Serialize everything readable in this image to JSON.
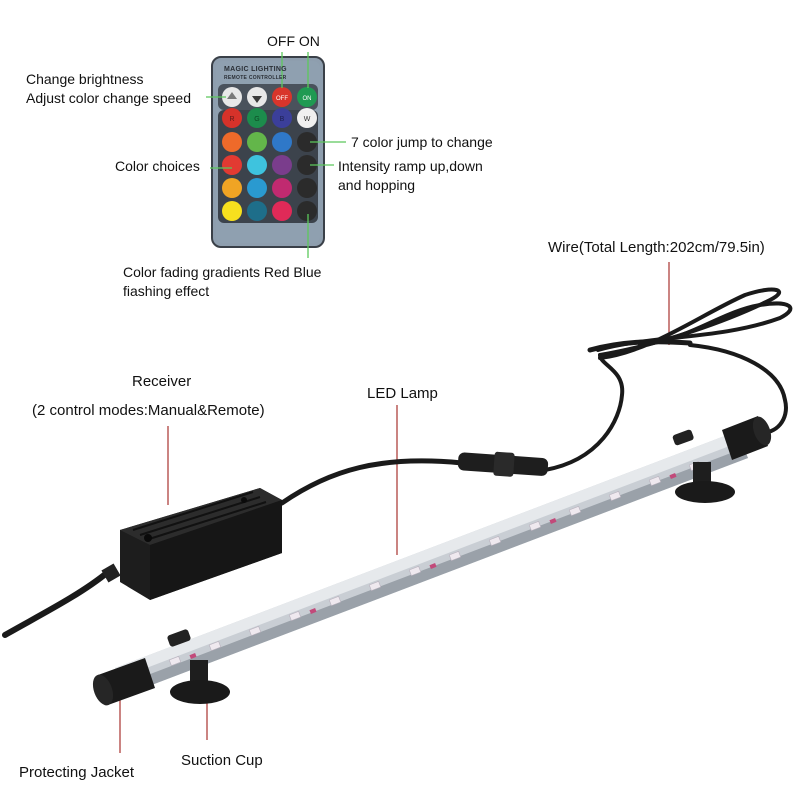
{
  "remote": {
    "brand_line1": "MAGIC LIGHTING",
    "brand_line2": "REMOTE CONTROLLER",
    "top_row": [
      {
        "name": "brightness-up",
        "color": "#e8e8e8",
        "glyph": "▲"
      },
      {
        "name": "brightness-down",
        "color": "#e8e8e8",
        "glyph": "▼"
      },
      {
        "name": "off",
        "color": "#d8352b",
        "glyph": "OFF"
      },
      {
        "name": "on",
        "color": "#1f9a52",
        "glyph": "ON"
      }
    ],
    "grid": [
      [
        "#d6322a",
        "#1c8c4c",
        "#3b3f9a",
        "#f0f0f0"
      ],
      [
        "#ee6a2a",
        "#63b64a",
        "#2f78c8",
        "#2b2b2b"
      ],
      [
        "#e23a32",
        "#3ec3de",
        "#7a3d8c",
        "#2b2b2b"
      ],
      [
        "#f0a424",
        "#2a9ad0",
        "#c02a70",
        "#2b2b2b"
      ],
      [
        "#f6e01e",
        "#1e6e8a",
        "#e02a58",
        "#2b2b2b"
      ]
    ],
    "grid_letters": [
      "R",
      "G",
      "B",
      "W"
    ],
    "body_color": "#8e9eae"
  },
  "labels": {
    "off_on": "OFF ON",
    "change_brightness": "Change brightness",
    "adjust_speed": "Adjust color change speed",
    "color_choices": "Color choices",
    "jump": "7 color jump to change",
    "ramp_line1": "Intensity ramp up,down",
    "ramp_line2": "and hopping",
    "fading_line1": "Color fading gradients Red Blue",
    "fading_line2": "fiashing effect",
    "wire": "Wire(Total Length:202cm/79.5in)",
    "receiver": "Receiver",
    "receiver_modes": "(2 control modes:Manual&Remote)",
    "led_lamp": "LED Lamp",
    "protecting_jacket": "Protecting Jacket",
    "suction_cup": "Suction Cup"
  },
  "colors": {
    "remote_leader": "#5cc85c",
    "product_leader": "#a8322e",
    "cable": "#1a1a1a"
  }
}
